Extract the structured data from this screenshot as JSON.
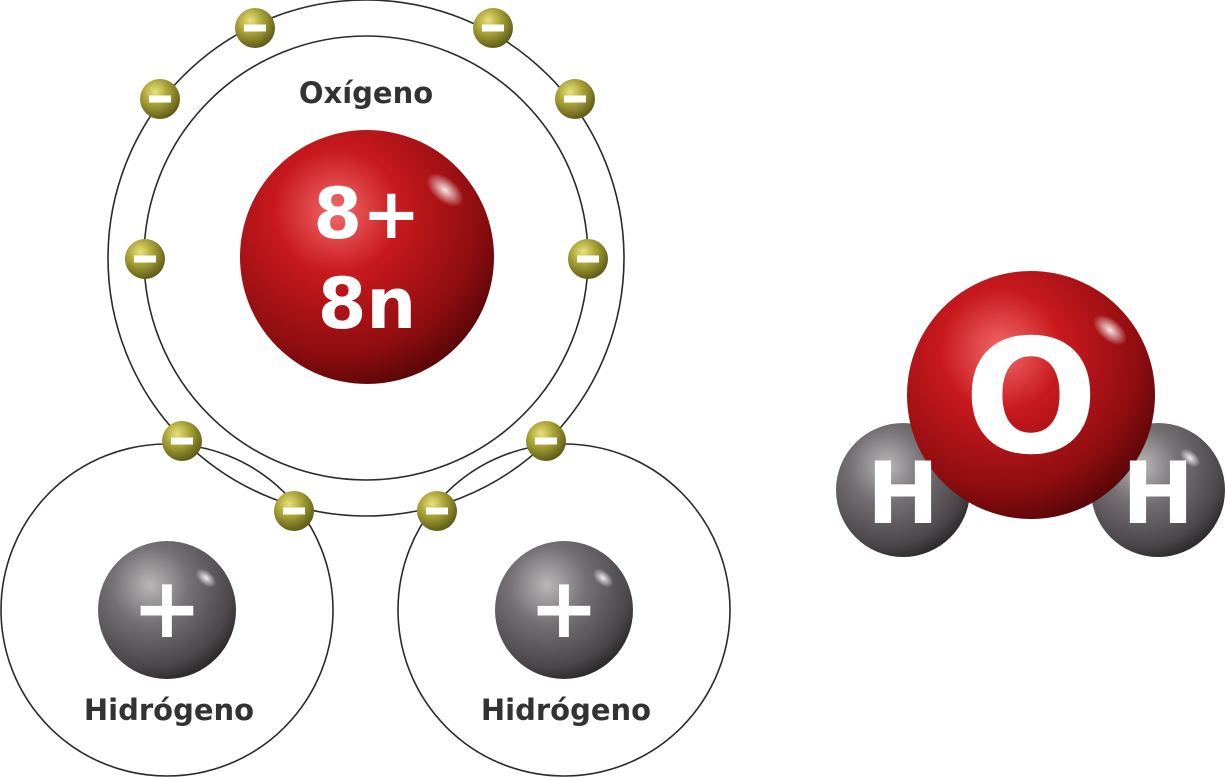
{
  "diagram": {
    "oxygen": {
      "label": "Oxígeno",
      "nucleus_line1": "8+",
      "nucleus_line2": "8n",
      "color": "#b3191c",
      "electron_count": 8
    },
    "hydrogen_left": {
      "label": "Hidrógeno",
      "nucleus_symbol": "+",
      "color": "#6e6a6d"
    },
    "hydrogen_right": {
      "label": "Hidrógeno",
      "nucleus_symbol": "+",
      "color": "#6e6a6d"
    },
    "electron": {
      "symbol": "–",
      "color": "#a9a336"
    },
    "molecule": {
      "oxygen_symbol": "O",
      "hydrogen_left_symbol": "H",
      "hydrogen_right_symbol": "H"
    }
  }
}
